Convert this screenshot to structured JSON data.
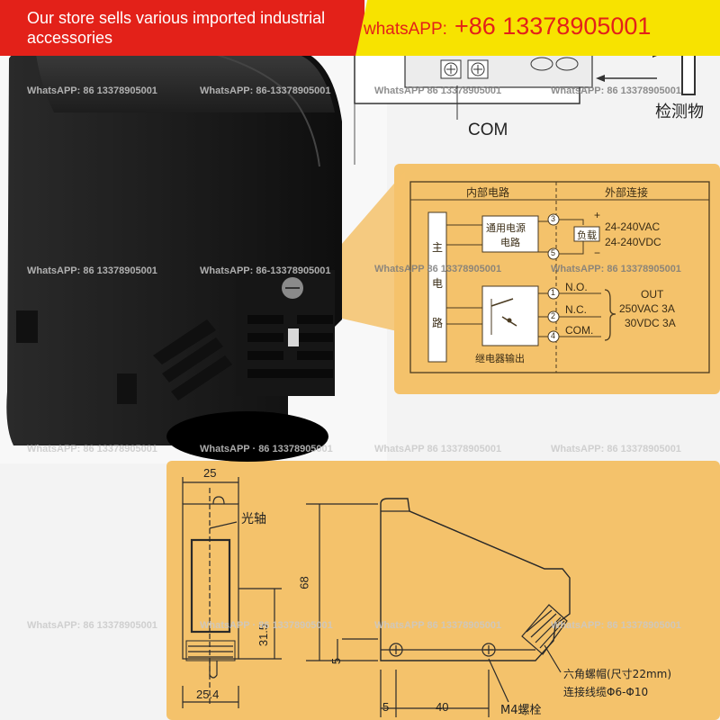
{
  "banner": {
    "store_text": "Our store sells various imported industrial accessories",
    "whatsapp_label": "whatsAPP:",
    "whatsapp_number": "+86 13378905001"
  },
  "colors": {
    "banner_red": "#e32119",
    "banner_yellow": "#f7e300",
    "panel_orange": "#f4c26b",
    "sensor_body": "#1c1c1c"
  },
  "watermark": {
    "text_a": "WhatsAPP: 86 13378905001",
    "text_b": "WhatsAPP: 86-13378905001",
    "text_c": "WhatsAPP  86 13378905001",
    "text_d": "WhatsAPP: 86 13378905001",
    "text_e": "WhatsAPP · 86 13378905001"
  },
  "top_diagram": {
    "com_label": "COM",
    "target_label": "检测物"
  },
  "circuit": {
    "internal_title": "内部电路",
    "external_title": "外部连接",
    "main_circuit_chars": [
      "主",
      "电",
      "路"
    ],
    "power_block_line1": "通用电源",
    "power_block_line2": "电路",
    "relay_output_label": "继电器输出",
    "load_label": "负载",
    "supply_ac": "24-240VAC",
    "supply_dc": "24-240VDC",
    "plus_sign": "+",
    "minus_sign": "−",
    "terminals": [
      "3",
      "5",
      "1",
      "2",
      "4"
    ],
    "no_label": "N.O.",
    "nc_label": "N.C.",
    "com_label": "COM.",
    "out_label": "OUT",
    "out_ac": "250VAC 3A",
    "out_dc": "30VDC  3A"
  },
  "dimensions": {
    "width_top": "25",
    "optical_axis": "光轴",
    "height": "68",
    "axis_height": "31.5",
    "bottom_offset": "5",
    "width_bottom": "25.4",
    "left_offset": "5",
    "hole_span": "40",
    "hex_nut": "六角螺帽(尺寸22mm)",
    "cable": "连接线缆Φ6-Φ10",
    "bolt": "M4螺栓"
  }
}
